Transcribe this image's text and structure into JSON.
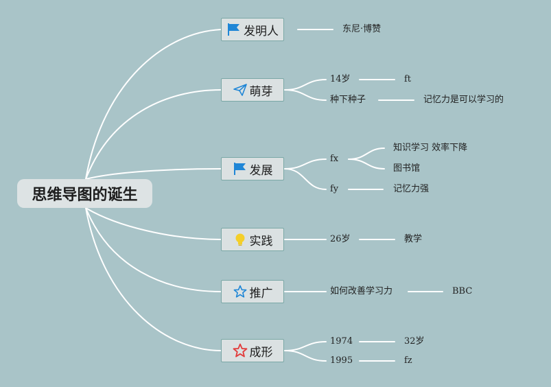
{
  "root": {
    "label": "思维导图的诞生"
  },
  "topics": [
    {
      "label": "发明人",
      "icon": "flag-icon"
    },
    {
      "label": "萌芽",
      "icon": "paper-plane-icon"
    },
    {
      "label": "发展",
      "icon": "flag-icon"
    },
    {
      "label": "实践",
      "icon": "lightbulb-icon"
    },
    {
      "label": "推广",
      "icon": "star-outline-icon"
    },
    {
      "label": "成形",
      "icon": "star-outline-icon"
    }
  ],
  "details": {
    "inventor": "东尼·博赞",
    "sprout_age": "14岁",
    "sprout_age_note": "ft",
    "sprout_seed": "种下种子",
    "sprout_seed_note": "记忆力是可以学习的",
    "dev_fx": "fx",
    "dev_fx_note1": "知识学习 效率下降",
    "dev_fx_note2": "图书馆",
    "dev_fy": "fy",
    "dev_fy_note": "记忆力强",
    "practice_age": "26岁",
    "practice_note": "教学",
    "promote_item": "如何改善学习力",
    "promote_note": "BBC",
    "form_year1": "1974",
    "form_year1_note": "32岁",
    "form_year2": "1995",
    "form_year2_note": "fz"
  },
  "colors": {
    "background": "#a9c4c8",
    "lines": "#ffffff",
    "icon_blue": "#1f86d6",
    "icon_yellow": "#f4cf2a",
    "icon_red": "#e23d3d"
  }
}
